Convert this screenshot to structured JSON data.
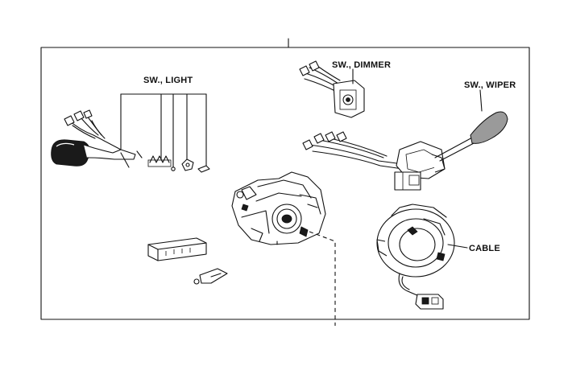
{
  "labels": {
    "sw_light": "SW., LIGHT",
    "sw_dimmer": "SW., DIMMER",
    "sw_wiper": "SW., WIPER",
    "cable": "CABLE"
  }
}
